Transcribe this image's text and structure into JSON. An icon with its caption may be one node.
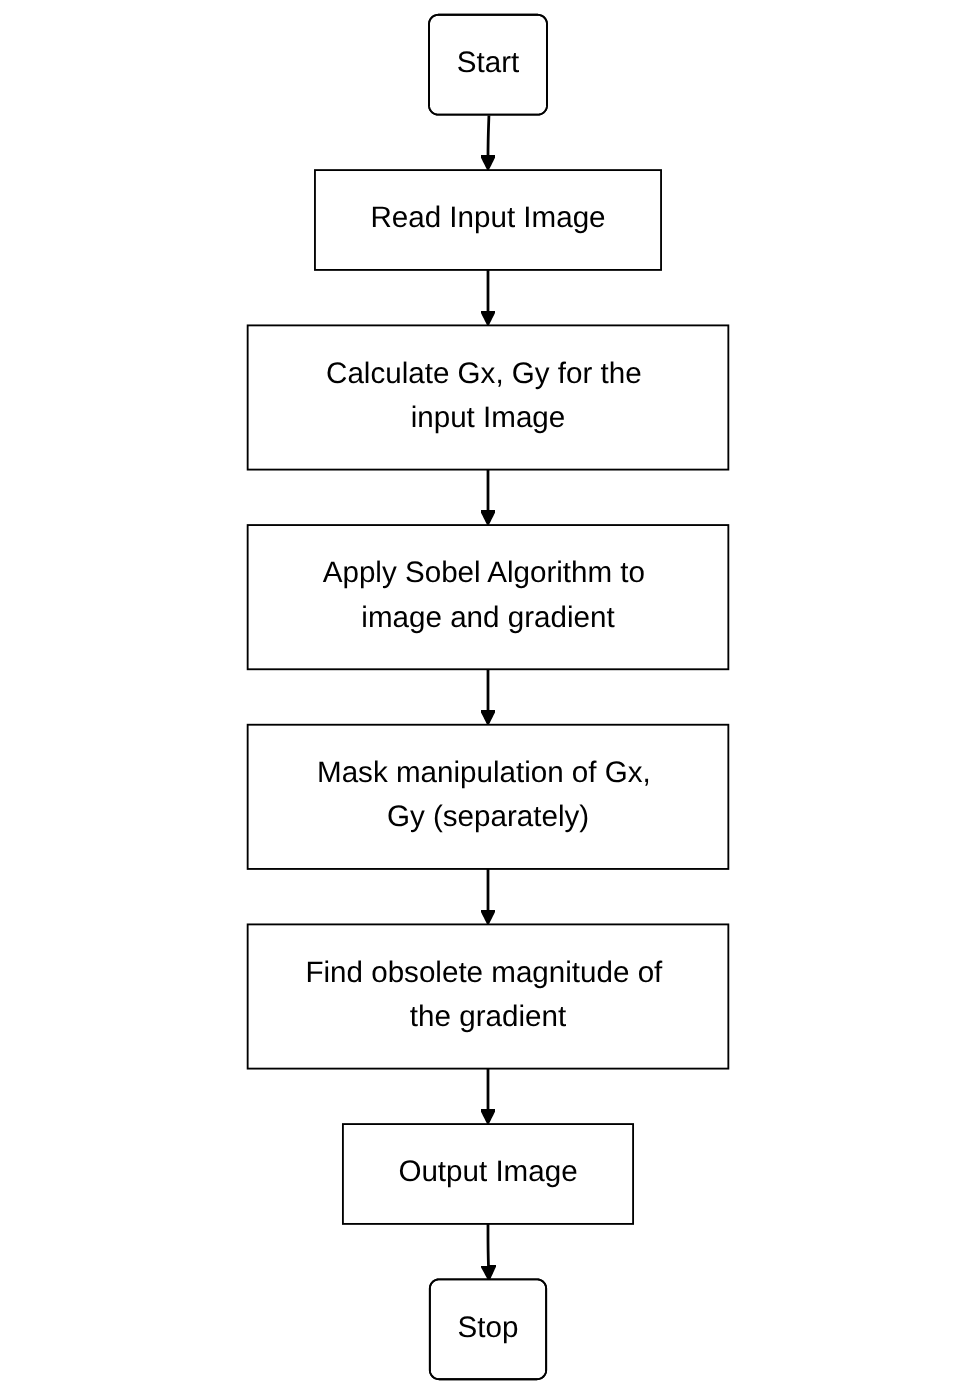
{
  "diagram": {
    "nodes": [
      {
        "text": [
          "Start"
        ]
      },
      {
        "text": [
          "Read Input Image"
        ]
      },
      {
        "text": [
          "Calculate Gx, Gy for the input Image"
        ]
      },
      {
        "text": [
          "Apply Sobel Algorithm to image and gradient"
        ]
      },
      {
        "text": [
          "Mask manipulation of Gx, Gy (separately)"
        ]
      },
      {
        "text": [
          "Find obsolete magnitude of the gradient"
        ]
      },
      {
        "text": [
          "Output Image"
        ]
      },
      {
        "text": [
          "Stop"
        ]
      }
    ],
    "edges": [
      {
        "from": 0,
        "to": 1,
        "arrow": "to"
      },
      {
        "from": 1,
        "to": 2,
        "arrow": "to"
      },
      {
        "from": 2,
        "to": 3,
        "arrow": "to"
      },
      {
        "from": 3,
        "to": 4,
        "arrow": "to"
      },
      {
        "from": 4,
        "to": 5,
        "arrow": "to"
      },
      {
        "from": 5,
        "to": 6,
        "arrow": "to"
      },
      {
        "from": 6,
        "to": 7,
        "arrow": "to"
      }
    ]
  }
}
